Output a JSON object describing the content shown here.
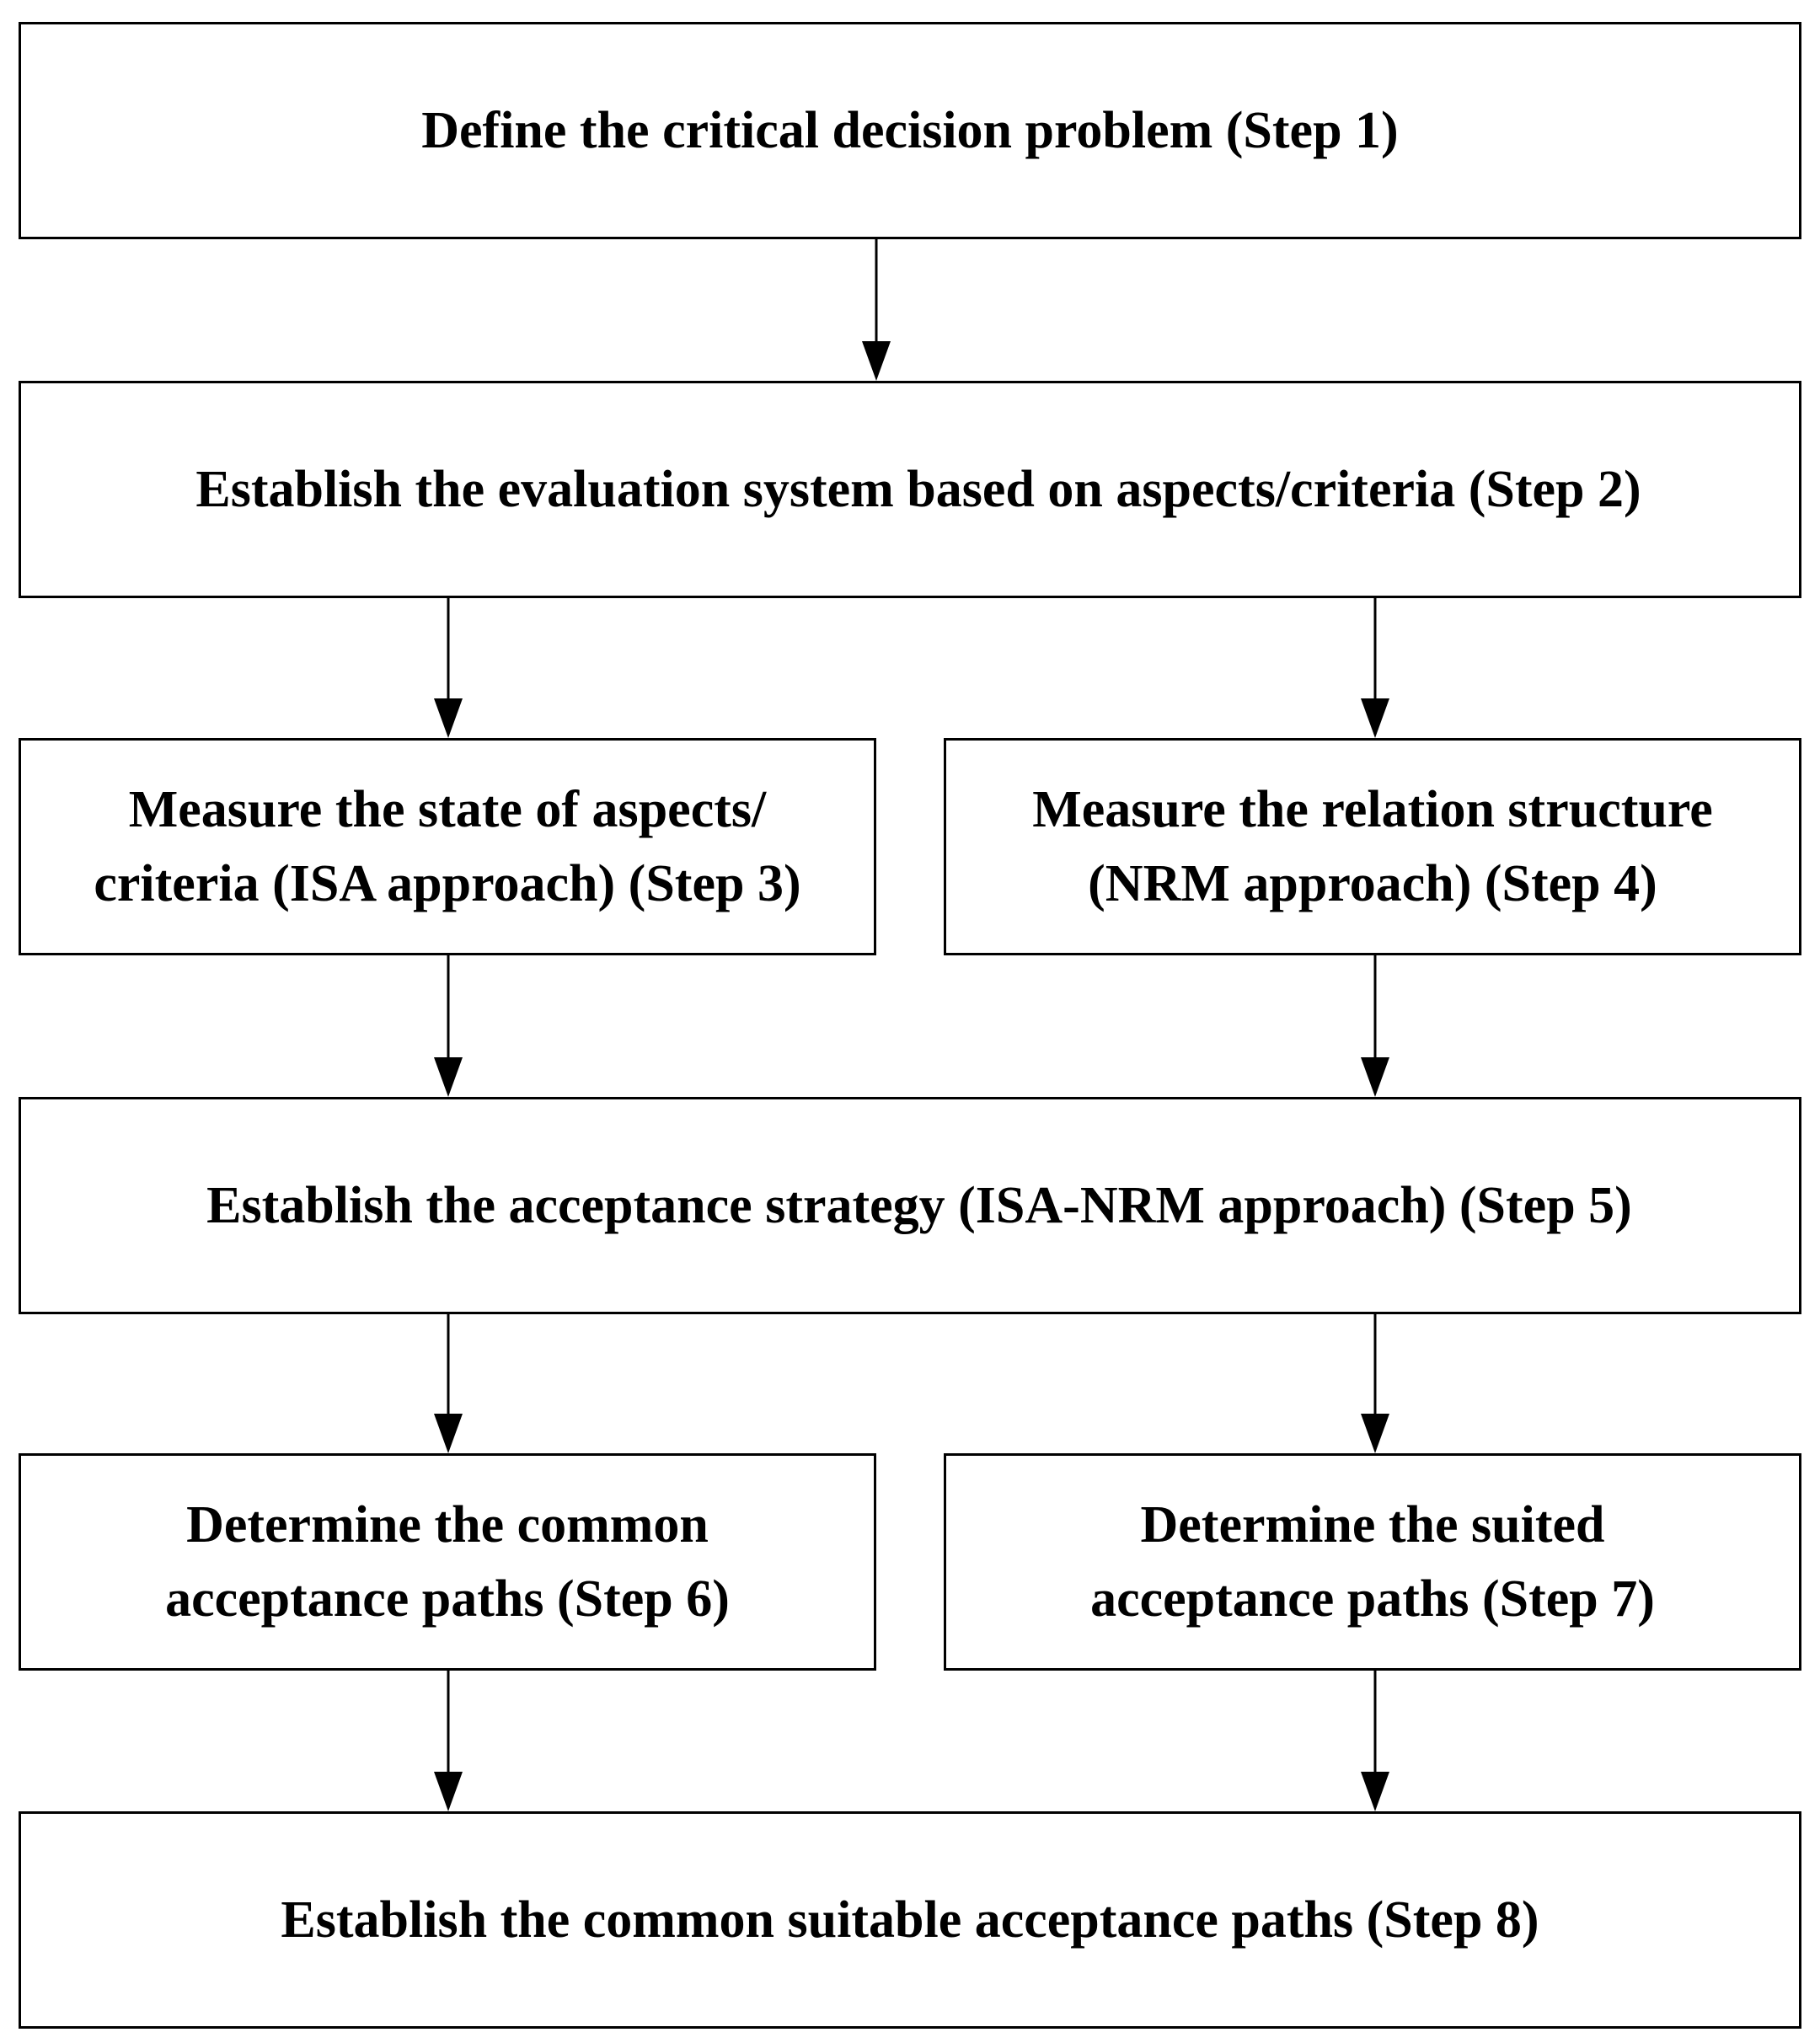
{
  "steps": {
    "step1": "Define the critical decision problem (Step 1)",
    "step2": "Establish the evaluation system based on aspects/criteria  (Step 2)",
    "step3": "Measure the state of aspects/\ncriteria (ISA approach) (Step 3)",
    "step4": "Measure the relation structure\n(NRM approach) (Step 4)",
    "step5": "Establish the acceptance strategy (ISA-NRM approach) (Step 5)",
    "step6": "Determine the common\nacceptance paths (Step 6)",
    "step7": "Determine the suited\nacceptance paths (Step 7)",
    "step8": "Establish the common suitable acceptance paths (Step 8)"
  },
  "connections": [
    {
      "from": "step1",
      "to": "step2"
    },
    {
      "from": "step2",
      "to": "step3"
    },
    {
      "from": "step2",
      "to": "step4"
    },
    {
      "from": "step3",
      "to": "step5"
    },
    {
      "from": "step4",
      "to": "step5"
    },
    {
      "from": "step5",
      "to": "step6"
    },
    {
      "from": "step5",
      "to": "step7"
    },
    {
      "from": "step6",
      "to": "step8"
    },
    {
      "from": "step7",
      "to": "step8"
    }
  ],
  "colors": {
    "stroke": "#000000",
    "background": "#ffffff"
  }
}
